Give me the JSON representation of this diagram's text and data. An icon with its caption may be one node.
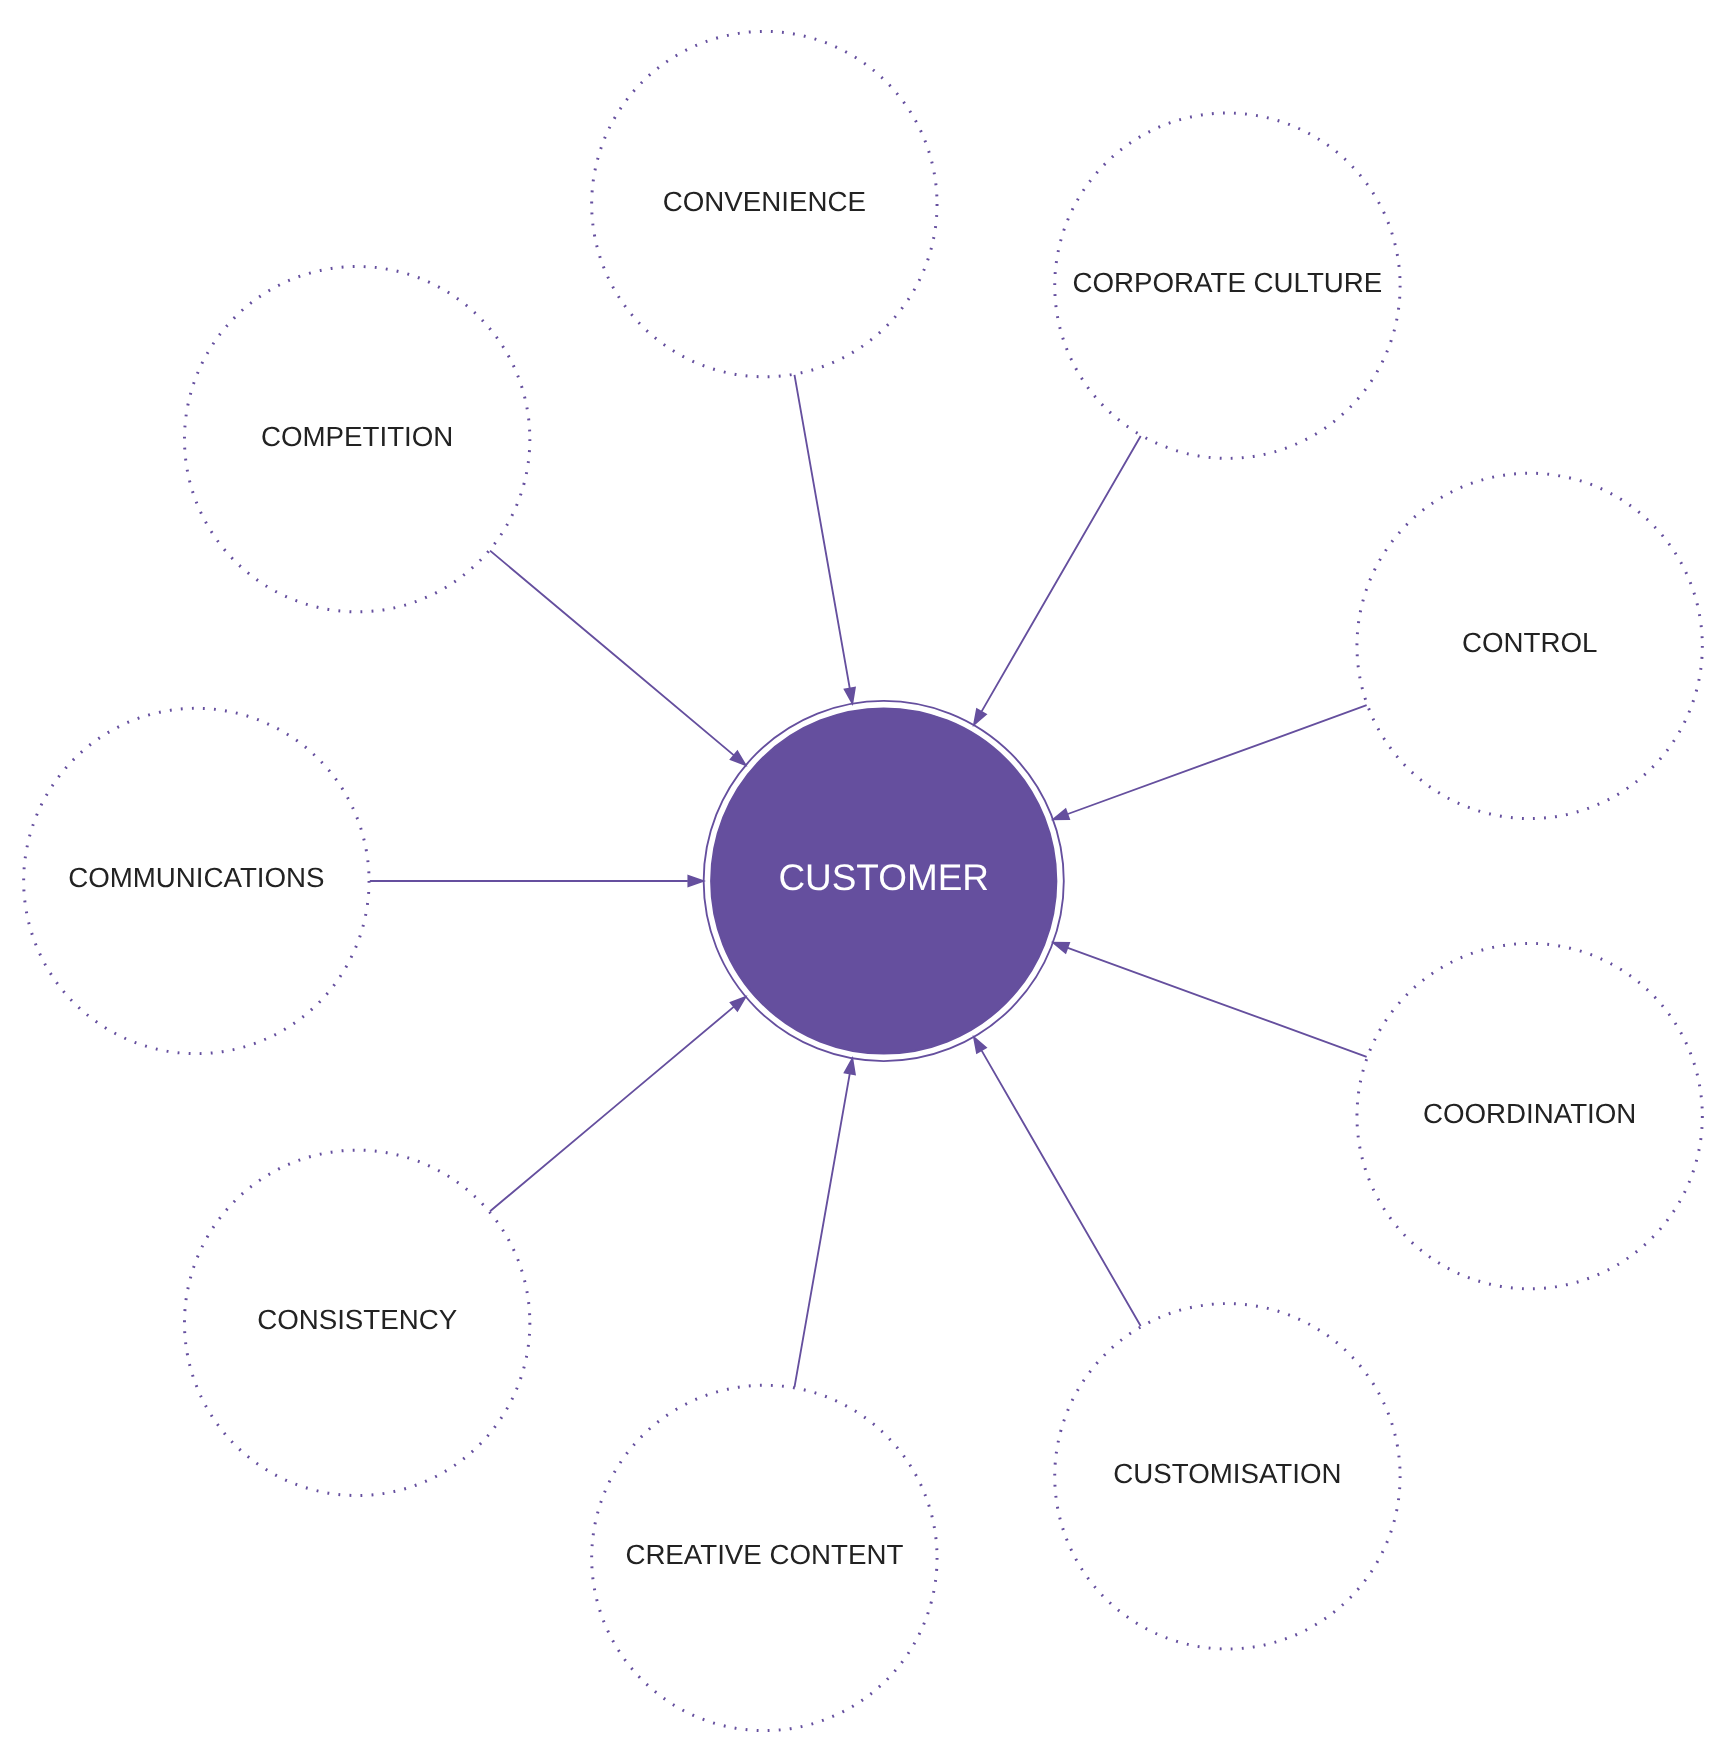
{
  "diagram": {
    "nodes": [
      {
        "text": [
          "CUSTOMER"
        ]
      },
      {
        "text": [
          "CONTROL"
        ]
      },
      {
        "text": [
          "CORPORATE CULTURE"
        ]
      },
      {
        "text": [
          "CONVENIENCE"
        ]
      },
      {
        "text": [
          "COMPETITION"
        ]
      },
      {
        "text": [
          "COMMUNICATIONS"
        ]
      },
      {
        "text": [
          "CONSISTENCY"
        ]
      },
      {
        "text": [
          "CREATIVE CONTENT"
        ]
      },
      {
        "text": [
          "CUSTOMISATION"
        ]
      },
      {
        "text": [
          "COORDINATION"
        ]
      }
    ],
    "edges": [
      {
        "from": 1,
        "to": 0,
        "arrow": "to"
      },
      {
        "from": 2,
        "to": 0,
        "arrow": "to"
      },
      {
        "from": 3,
        "to": 0,
        "arrow": "to"
      },
      {
        "from": 4,
        "to": 0,
        "arrow": "to"
      },
      {
        "from": 5,
        "to": 0,
        "arrow": "to"
      },
      {
        "from": 6,
        "to": 0,
        "arrow": "to"
      },
      {
        "from": 7,
        "to": 0,
        "arrow": "to"
      },
      {
        "from": 8,
        "to": 0,
        "arrow": "to"
      },
      {
        "from": 9,
        "to": 0,
        "arrow": "to"
      }
    ]
  }
}
